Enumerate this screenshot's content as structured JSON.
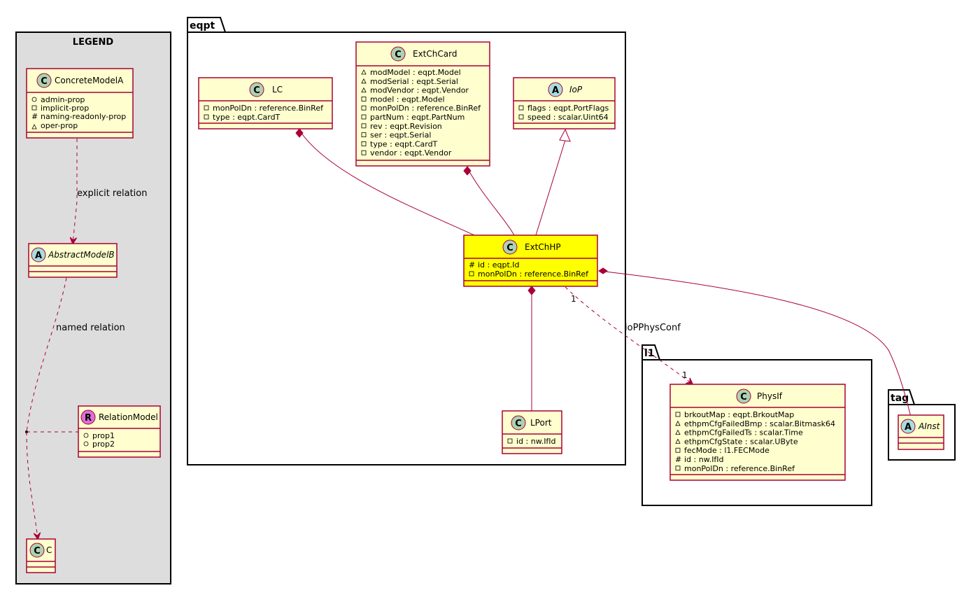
{
  "packages": {
    "eqpt": "eqpt",
    "l1": "l1",
    "tag": "tag"
  },
  "legend": {
    "title": "LEGEND",
    "concrete": {
      "name": "ConcreteModelA",
      "props": [
        "admin-prop",
        "implicit-prop",
        "naming-readonly-prop",
        "oper-prop"
      ]
    },
    "abstract": {
      "name": "AbstractModelB"
    },
    "relation_model": {
      "name": "RelationModel",
      "props": [
        "prop1",
        "prop2"
      ]
    },
    "c": {
      "name": "C"
    },
    "explicit_label": "explicit relation",
    "named_label": "named relation"
  },
  "classes": {
    "lc": {
      "name": "LC",
      "attrs": [
        "monPolDn : reference.BinRef",
        "type : eqpt.CardT"
      ]
    },
    "extchcard": {
      "name": "ExtChCard",
      "attrs": [
        "modModel : eqpt.Model",
        "modSerial : eqpt.Serial",
        "modVendor : eqpt.Vendor",
        "model : eqpt.Model",
        "monPolDn : reference.BinRef",
        "partNum : eqpt.PartNum",
        "rev : eqpt.Revision",
        "ser : eqpt.Serial",
        "type : eqpt.CardT",
        "vendor : eqpt.Vendor"
      ]
    },
    "iop": {
      "name": "IoP",
      "attrs": [
        "flags : eqpt.PortFlags",
        "speed : scalar.Uint64"
      ]
    },
    "extchhp": {
      "name": "ExtChHP",
      "attrs": [
        "id : eqpt.Id",
        "monPolDn : reference.BinRef"
      ]
    },
    "lport": {
      "name": "LPort",
      "attrs": [
        "id : nw.IfId"
      ]
    },
    "physif": {
      "name": "PhysIf",
      "attrs": [
        "brkoutMap : eqpt.BrkoutMap",
        "ethpmCfgFailedBmp : scalar.Bitmask64",
        "ethpmCfgFailedTs : scalar.Time",
        "ethpmCfgState : scalar.UByte",
        "fecMode : l1.FECMode",
        "id : nw.IfId",
        "monPolDn : reference.BinRef"
      ]
    },
    "ainst": {
      "name": "AInst"
    }
  },
  "relations": {
    "iop_physconf": "ioPPhysConf",
    "mult_src": "1",
    "mult_dst": "1"
  },
  "colors": {
    "class_fill": "#FEFECE",
    "highlight_fill": "#FFFF00",
    "border": "#A80036",
    "legend_fill": "#DDDDDD"
  },
  "icons": {
    "class": "circle-C",
    "abstract": "circle-A",
    "relation": "circle-R"
  }
}
